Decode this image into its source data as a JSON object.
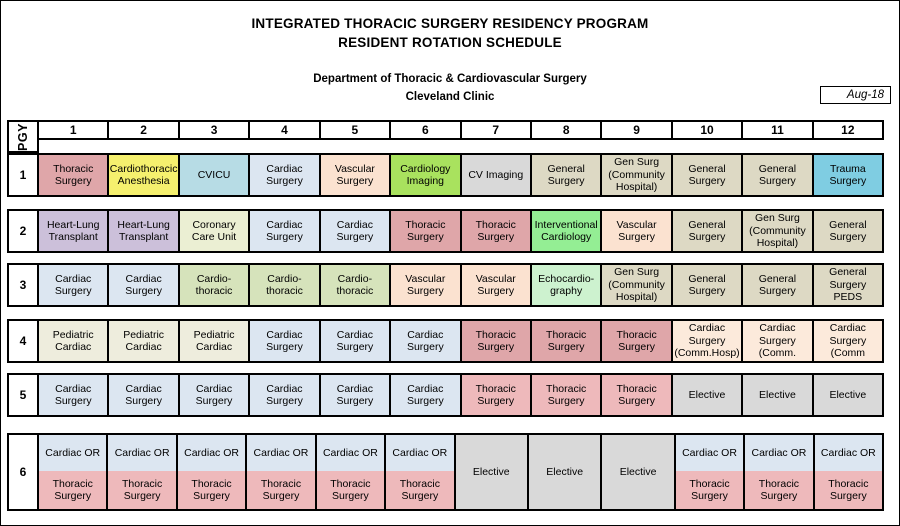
{
  "header": {
    "title_line1": "INTEGRATED THORACIC SURGERY RESIDENCY PROGRAM",
    "title_line2": "RESIDENT ROTATION SCHEDULE",
    "subtitle_line1": "Department of Thoracic & Cardiovascular Surgery",
    "subtitle_line2": "Cleveland Clinic",
    "date_label": "Aug-18"
  },
  "table": {
    "axis_label": "PGY",
    "months": [
      "1",
      "2",
      "3",
      "4",
      "5",
      "6",
      "7",
      "8",
      "9",
      "10",
      "11",
      "12"
    ],
    "colors": {
      "thoracic": "#DFA6A9",
      "thoracic_light": "#EEB9BB",
      "anesthesia": "#F5F06E",
      "cvicu": "#B7DCE5",
      "cardiac": "#DCE6F1",
      "vascular": "#FBE2D0",
      "cardiology_imaging": "#A9E25E",
      "cv_imaging": "#D9D9D9",
      "general_surgery": "#DDD9C4",
      "trauma": "#7FCDE2",
      "transplant": "#CCC0DA",
      "ccu": "#EBEFD3",
      "interventional": "#94EE94",
      "echo": "#CDF2CF",
      "pediatric": "#EEEDDD",
      "cardiac_comm": "#FCEADB",
      "elective": "#D9D9D9",
      "cardiac_or": "#DCE6F1"
    },
    "rows": [
      {
        "pgy": "1",
        "cells": [
          {
            "t": "Thoracic\nSurgery",
            "c": "thoracic"
          },
          {
            "t": "Cardiothoracic\nAnesthesia",
            "c": "anesthesia"
          },
          {
            "t": "CVICU",
            "c": "cvicu"
          },
          {
            "t": "Cardiac\nSurgery",
            "c": "cardiac"
          },
          {
            "t": "Vascular\nSurgery",
            "c": "vascular"
          },
          {
            "t": "Cardiology\nImaging",
            "c": "cardiology_imaging"
          },
          {
            "t": "CV Imaging",
            "c": "cv_imaging"
          },
          {
            "t": "General\nSurgery",
            "c": "general_surgery"
          },
          {
            "t": "Gen Surg\n(Community\nHospital)",
            "c": "general_surgery"
          },
          {
            "t": "General\nSurgery",
            "c": "general_surgery"
          },
          {
            "t": "General\nSurgery",
            "c": "general_surgery"
          },
          {
            "t": "Trauma\nSurgery",
            "c": "trauma"
          }
        ]
      },
      {
        "pgy": "2",
        "cells": [
          {
            "t": "Heart-Lung\nTransplant",
            "c": "transplant"
          },
          {
            "t": "Heart-Lung\nTransplant",
            "c": "transplant"
          },
          {
            "t": "Coronary\nCare Unit",
            "c": "ccu"
          },
          {
            "t": "Cardiac\nSurgery",
            "c": "cardiac"
          },
          {
            "t": "Cardiac\nSurgery",
            "c": "cardiac"
          },
          {
            "t": "Thoracic\nSurgery",
            "c": "thoracic"
          },
          {
            "t": "Thoracic\nSurgery",
            "c": "thoracic"
          },
          {
            "t": "Interventional\nCardiology",
            "c": "interventional"
          },
          {
            "t": "Vascular\nSurgery",
            "c": "vascular"
          },
          {
            "t": "General\nSurgery",
            "c": "general_surgery"
          },
          {
            "t": "Gen Surg\n(Community\nHospital)",
            "c": "general_surgery"
          },
          {
            "t": "General\nSurgery",
            "c": "general_surgery"
          }
        ]
      },
      {
        "pgy": "3",
        "cells": [
          {
            "t": "Cardiac\nSurgery",
            "c": "cardiac"
          },
          {
            "t": "Cardiac\nSurgery",
            "c": "cardiac"
          },
          {
            "t": "Cardio-\nthoracic",
            "c": "cardiothoracic"
          },
          {
            "t": "Cardio-\nthoracic",
            "c": "cardiothoracic"
          },
          {
            "t": "Cardio-\nthoracic",
            "c": "cardiothoracic"
          },
          {
            "t": "Vascular\nSurgery",
            "c": "vascular"
          },
          {
            "t": "Vascular\nSurgery",
            "c": "vascular"
          },
          {
            "t": "Echocardio-\ngraphy",
            "c": "echo"
          },
          {
            "t": "Gen Surg\n(Community\nHospital)",
            "c": "general_surgery"
          },
          {
            "t": "General\nSurgery",
            "c": "general_surgery"
          },
          {
            "t": "General\nSurgery",
            "c": "general_surgery"
          },
          {
            "t": "General\nSurgery\nPEDS",
            "c": "general_surgery"
          }
        ]
      },
      {
        "pgy": "4",
        "cells": [
          {
            "t": "Pediatric\nCardiac",
            "c": "pediatric"
          },
          {
            "t": "Pediatric\nCardiac",
            "c": "pediatric"
          },
          {
            "t": "Pediatric\nCardiac",
            "c": "pediatric"
          },
          {
            "t": "Cardiac\nSurgery",
            "c": "cardiac"
          },
          {
            "t": "Cardiac\nSurgery",
            "c": "cardiac"
          },
          {
            "t": "Cardiac\nSurgery",
            "c": "cardiac"
          },
          {
            "t": "Thoracic\nSurgery",
            "c": "thoracic"
          },
          {
            "t": "Thoracic\nSurgery",
            "c": "thoracic"
          },
          {
            "t": "Thoracic\nSurgery",
            "c": "thoracic"
          },
          {
            "t": "Cardiac\nSurgery\n(Comm.Hosp)",
            "c": "cardiac_comm"
          },
          {
            "t": "Cardiac\nSurgery\n(Comm.",
            "c": "cardiac_comm"
          },
          {
            "t": "Cardiac\nSurgery\n(Comm",
            "c": "cardiac_comm"
          }
        ]
      },
      {
        "pgy": "5",
        "cells": [
          {
            "t": "Cardiac\nSurgery",
            "c": "cardiac"
          },
          {
            "t": "Cardiac\nSurgery",
            "c": "cardiac"
          },
          {
            "t": "Cardiac\nSurgery",
            "c": "cardiac"
          },
          {
            "t": "Cardiac\nSurgery",
            "c": "cardiac"
          },
          {
            "t": "Cardiac\nSurgery",
            "c": "cardiac"
          },
          {
            "t": "Cardiac\nSurgery",
            "c": "cardiac"
          },
          {
            "t": "Thoracic\nSurgery",
            "c": "thoracic_light"
          },
          {
            "t": "Thoracic\nSurgery",
            "c": "thoracic_light"
          },
          {
            "t": "Thoracic\nSurgery",
            "c": "thoracic_light"
          },
          {
            "t": "Elective",
            "c": "elective"
          },
          {
            "t": "Elective",
            "c": "elective"
          },
          {
            "t": "Elective",
            "c": "elective"
          }
        ]
      },
      {
        "pgy": "6",
        "cells": [
          {
            "top": "Cardiac OR",
            "bottom": "Thoracic\nSurgery",
            "tc": "cardiac_or",
            "bc": "thoracic_light"
          },
          {
            "top": "Cardiac OR",
            "bottom": "Thoracic\nSurgery",
            "tc": "cardiac_or",
            "bc": "thoracic_light"
          },
          {
            "top": "Cardiac OR",
            "bottom": "Thoracic\nSurgery",
            "tc": "cardiac_or",
            "bc": "thoracic_light"
          },
          {
            "top": "Cardiac OR",
            "bottom": "Thoracic\nSurgery",
            "tc": "cardiac_or",
            "bc": "thoracic_light"
          },
          {
            "top": "Cardiac OR",
            "bottom": "Thoracic\nSurgery",
            "tc": "cardiac_or",
            "bc": "thoracic_light"
          },
          {
            "top": "Cardiac OR",
            "bottom": "Thoracic\nSurgery",
            "tc": "cardiac_or",
            "bc": "thoracic_light"
          },
          {
            "t": "Elective",
            "c": "elective"
          },
          {
            "t": "Elective",
            "c": "elective"
          },
          {
            "t": "Elective",
            "c": "elective"
          },
          {
            "top": "Cardiac OR",
            "bottom": "Thoracic\nSurgery",
            "tc": "cardiac_or",
            "bc": "thoracic_light"
          },
          {
            "top": "Cardiac OR",
            "bottom": "Thoracic\nSurgery",
            "tc": "cardiac_or",
            "bc": "thoracic_light"
          },
          {
            "top": "Cardiac OR",
            "bottom": "Thoracic\nSurgery",
            "tc": "cardiac_or",
            "bc": "thoracic_light"
          }
        ]
      }
    ],
    "extra_colors": {
      "cardiothoracic": "#D6E3BB"
    }
  }
}
